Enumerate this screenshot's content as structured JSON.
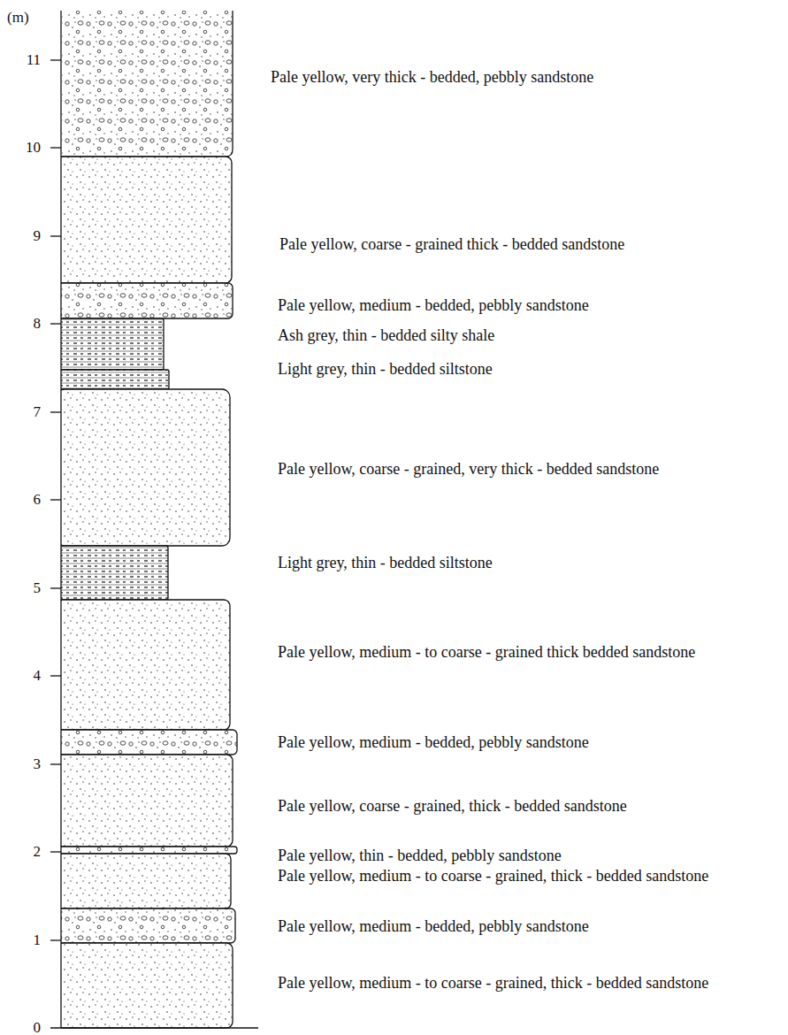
{
  "diagram": {
    "labels": [
      "(m)",
      "11",
      "10",
      "9",
      "8",
      "7",
      "6",
      "5",
      "4",
      "3",
      "2",
      "1",
      "0",
      "Pale yellow, very thick - bedded, pebbly sandstone",
      "Pale yellow, coarse - grained thick - bedded sandstone",
      "Pale yellow, medium - bedded, pebbly sandstone",
      "Ash grey, thin - bedded silty shale",
      "Light grey, thin - bedded siltstone",
      "Pale yellow, coarse - grained, very thick - bedded sandstone",
      "Light grey, thin - bedded siltstone",
      "Pale yellow, medium - to coarse - grained thick bedded sandstone",
      "Pale yellow, medium - bedded, pebbly sandstone",
      "Pale yellow, coarse - grained, thick - bedded sandstone",
      "Pale yellow, thin - bedded, pebbly sandstone",
      "Pale yellow, medium - to coarse - grained, thick - bedded sandstone",
      "Pale yellow, medium - bedded, pebbly sandstone",
      "Pale yellow, medium - to coarse - grained, thick - bedded sandstone"
    ]
  }
}
